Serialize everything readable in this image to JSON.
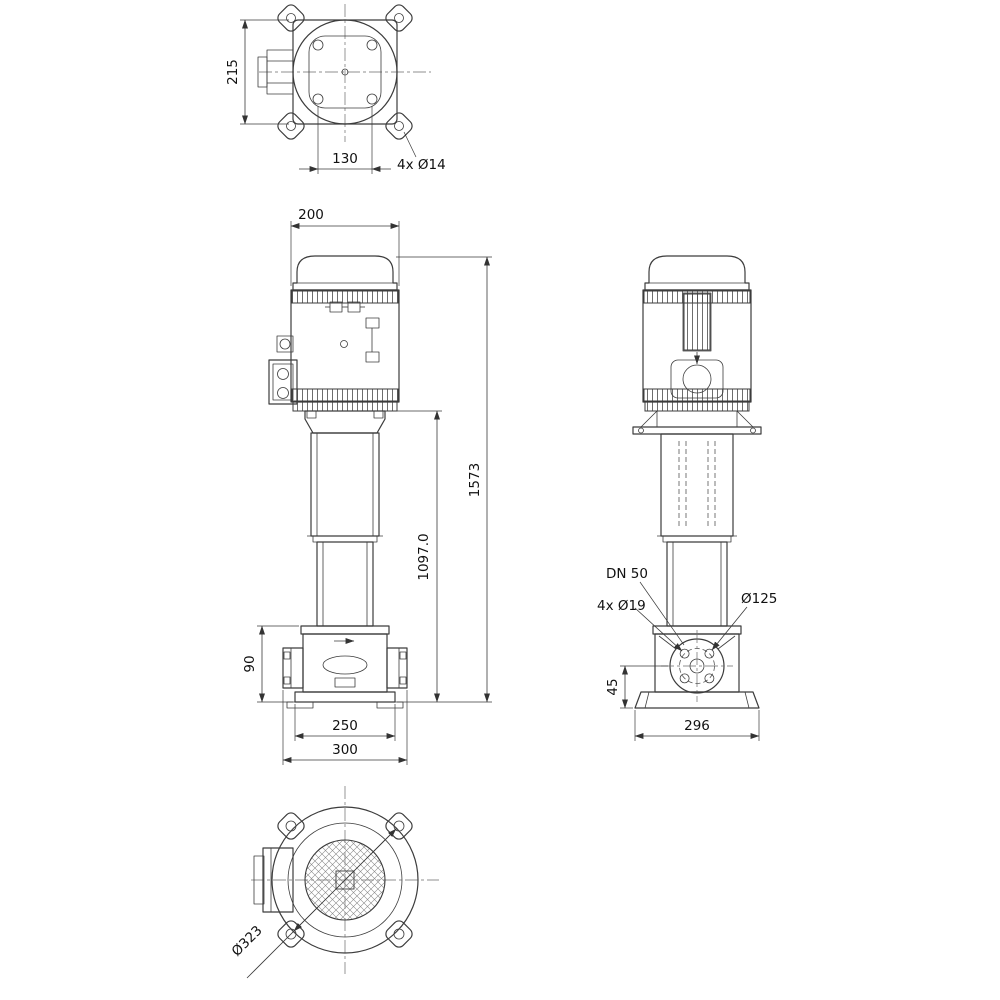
{
  "views": {
    "top": {
      "dim_height": "215",
      "dim_bolt_spacing": "130",
      "callout_bolts": "4x Ø14"
    },
    "front": {
      "dim_motor_width": "200",
      "dim_overall_height": "1573",
      "dim_pump_height": "1097.0",
      "dim_volute_height": "90",
      "dim_base_bolt_spacing": "250",
      "dim_base_width": "300"
    },
    "side": {
      "callout_port_dn": "DN 50",
      "callout_port_bolts": "4x Ø19",
      "callout_bolt_circle": "Ø125",
      "dim_port_center_height": "45",
      "dim_base_width": "296"
    },
    "bottom": {
      "dim_flange_diameter": "Ø323"
    }
  }
}
